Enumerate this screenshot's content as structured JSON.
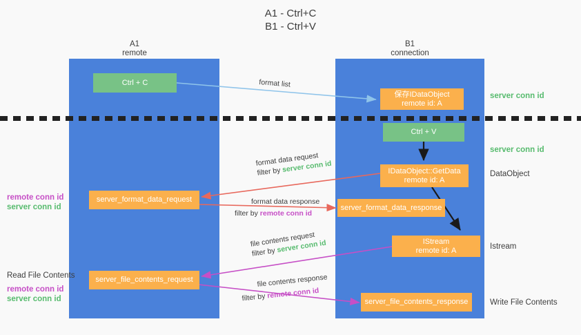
{
  "title": {
    "line1": "A1 - Ctrl+C",
    "line2": "B1 - Ctrl+V"
  },
  "lanes": [
    {
      "name": "A1",
      "sub": "remote"
    },
    {
      "name": "B1",
      "sub": "connection"
    }
  ],
  "nodes": {
    "ctrl_c": "Ctrl + C",
    "ctrl_v": "Ctrl + V",
    "save_idataobject_l1": "保存IDataObject",
    "save_idataobject_l2": "remote id: A",
    "getdata_l1": "IDataObject::GetData",
    "getdata_l2": "remote id: A",
    "istream_l1": "IStream",
    "istream_l2": "remote id: A",
    "format_data_request": "server_format_data_request",
    "format_data_response": "server_format_data_response",
    "file_contents_request": "server_file_contents_request",
    "file_contents_response": "server_file_contents_response"
  },
  "flows": {
    "format_list": "format list",
    "format_data_request_l1": "format data request",
    "format_data_request_filter_prefix": "filter by ",
    "format_data_request_filter_value": "server conn id",
    "format_data_response_l1": "format data response",
    "format_data_response_filter_prefix": "filter by ",
    "format_data_response_filter_value": "remote conn id",
    "file_contents_request_l1": "file contents request",
    "file_contents_request_filter_prefix": "filter by ",
    "file_contents_request_filter_value": "server conn id",
    "file_contents_response_l1": "file contents response",
    "file_contents_response_filter_prefix": "filter by ",
    "file_contents_response_filter_value": "remote conn id"
  },
  "annotations": {
    "server_conn_id_top": "server conn id",
    "server_conn_id_mid": "server conn id",
    "dataobject": "DataObject",
    "istream": "Istream",
    "write_file_contents": "Write File Contents",
    "read_file_contents": "Read File Contents",
    "left_remote_conn_id_1": "remote conn id",
    "left_server_conn_id_1": "server conn id",
    "left_remote_conn_id_2": "remote conn id",
    "left_server_conn_id_2": "server conn id"
  },
  "colors": {
    "lane": "#4a81da",
    "green_node": "#78c286",
    "orange_node": "#fbb04c",
    "server_conn": "#57bb6e",
    "remote_conn": "#c64fc6",
    "arrow_light_blue": "#8fc4ea",
    "arrow_red": "#e8685c",
    "arrow_magenta": "#c64fc6",
    "arrow_black": "#1a1a1a",
    "background": "#f9f9f9"
  }
}
